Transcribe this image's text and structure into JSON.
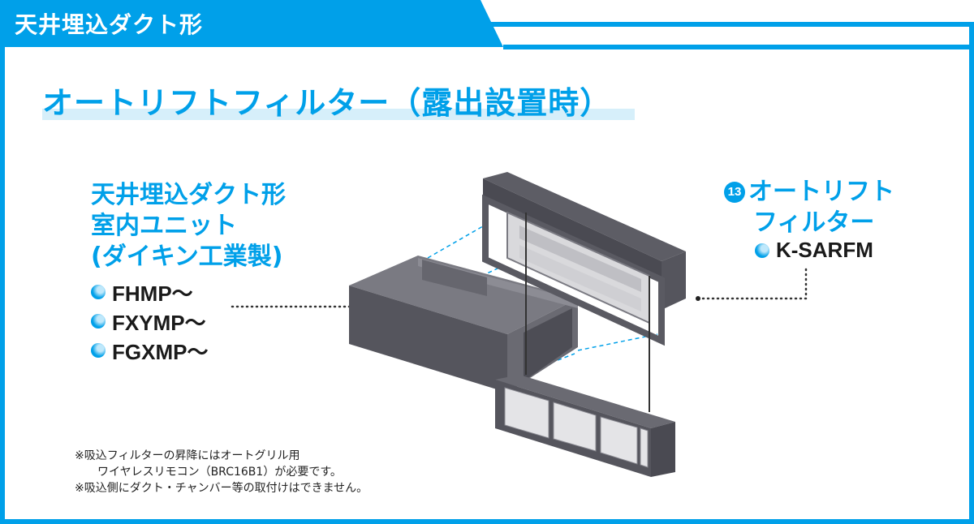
{
  "header": {
    "label": "天井埋込ダクト形"
  },
  "title": "オートリフトフィルター（露出設置時）",
  "unit": {
    "title_lines": [
      "天井埋込ダクト形",
      "室内ユニット",
      "(ダイキン工業製)"
    ],
    "models": [
      "FHMP〜",
      "FXYMP〜",
      "FGXMP〜"
    ]
  },
  "filter": {
    "number": "13",
    "title_line1": "オートリフト",
    "title_line2": "フィルター",
    "model": "K-SARFM"
  },
  "notes": [
    "※吸込フィルターの昇降にはオートグリル用",
    "ワイヤレスリモコン（BRC16B1）が必要です。",
    "※吸込側にダクト・チャンバー等の取付けはできません。"
  ],
  "colors": {
    "accent": "#00a0e9",
    "accent_light": "#d6effa",
    "frame_dark": "#4a4a52",
    "frame_mid": "#6b6b73",
    "frame_light": "#8a8a92"
  },
  "icons": [
    "bullet-dot-icon",
    "number-13-badge-icon"
  ]
}
